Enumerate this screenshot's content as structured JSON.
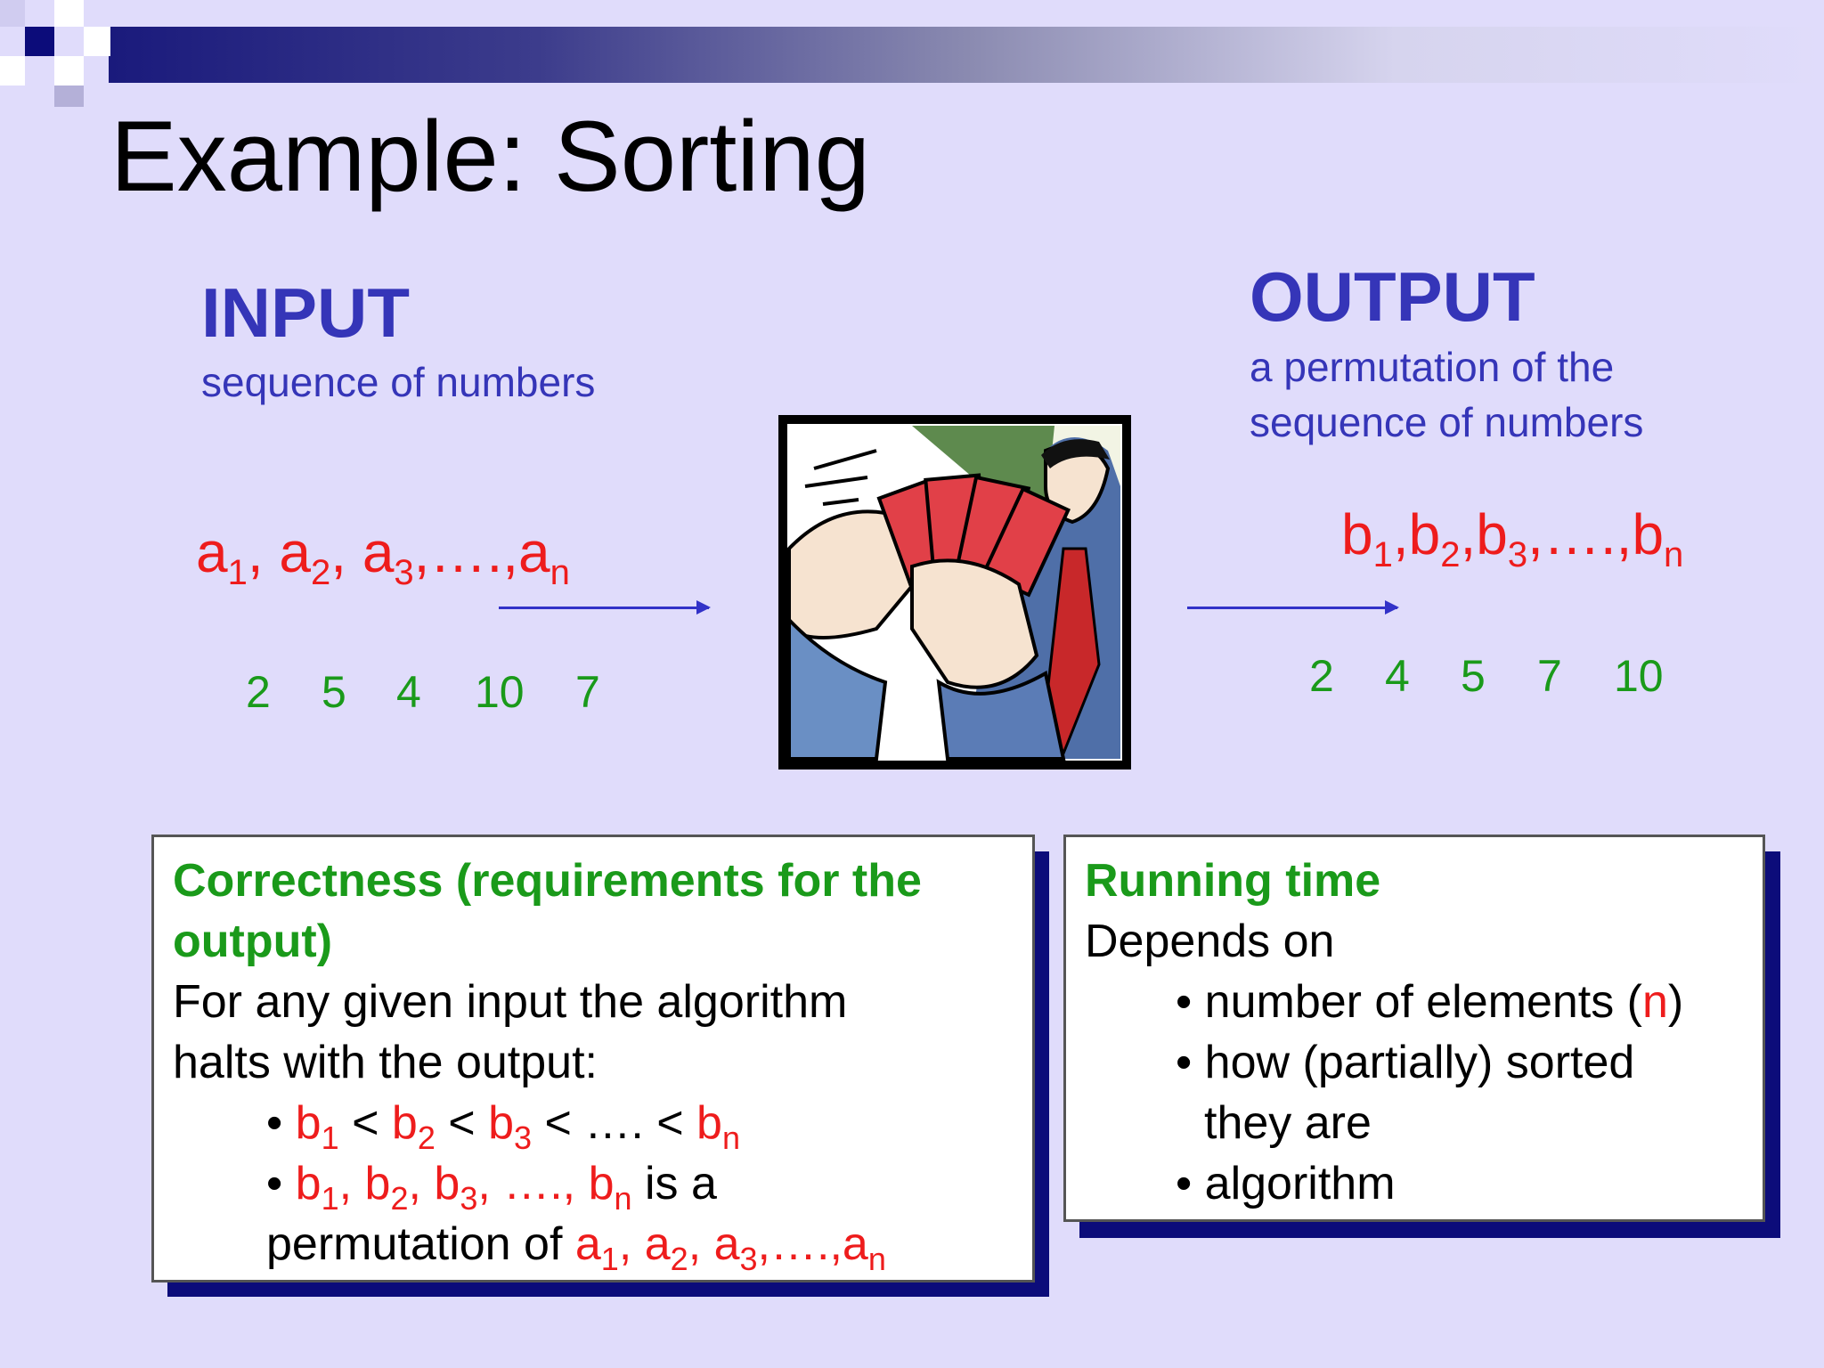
{
  "slide": {
    "title": "Example: Sorting",
    "colors": {
      "background": "#e0dcfb",
      "heading": "#3535b8",
      "variable": "#ee1c1c",
      "example": "#1a9a1a",
      "box_shadow": "#0c0c7a"
    },
    "illustration_icon": "card-player-clipart",
    "input": {
      "heading": "INPUT",
      "description": "sequence of numbers",
      "sequence": {
        "var": "a",
        "prefix": [
          {
            "sym": "a",
            "sub": "1",
            "sep": ", "
          },
          {
            "sym": "a",
            "sub": "2",
            "sep": ", "
          },
          {
            "sym": "a",
            "sub": "3",
            "sep": ",….,"
          },
          {
            "sym": "a",
            "sub": "n",
            "sep": ""
          }
        ]
      },
      "example": [
        "2",
        "5",
        "4",
        "10",
        "7"
      ]
    },
    "output": {
      "heading": "OUTPUT",
      "description_line1": "a permutation of the",
      "description_line2": "sequence of numbers",
      "sequence": [
        {
          "sym": "b",
          "sub": "1",
          "sep": ","
        },
        {
          "sym": "b",
          "sub": "2",
          "sep": ","
        },
        {
          "sym": "b",
          "sub": "3",
          "sep": ",….,"
        },
        {
          "sym": "b",
          "sub": "n",
          "sep": ""
        }
      ],
      "example": [
        "2",
        "4",
        "5",
        "7",
        "10"
      ]
    },
    "correctness": {
      "heading_line1": "Correctness (requirements for the",
      "heading_line2": "output)",
      "line1": "For any given input the algorithm",
      "line2": "halts with the output:",
      "bullet": "•",
      "cond1": {
        "b1": "b",
        "s1": "1",
        "lt1": " < ",
        "b2": "b",
        "s2": "2",
        "lt2": " < ",
        "b3": "b",
        "s3": "3",
        "lt3": " < …. <  ",
        "bn": "b",
        "sn": "n"
      },
      "cond2": {
        "b1": "b",
        "s1": "1",
        "c1": ", ",
        "b2": "b",
        "s2": "2",
        "c2": ", ",
        "b3": "b",
        "s3": "3",
        "c3": ", …., ",
        "bn": "b",
        "sn": "n",
        "tail": "  is a"
      },
      "cond2_line2_prefix": "permutation of ",
      "cond2_line2_seq": {
        "a1": "a",
        "s1": "1",
        "c1": ", ",
        "a2": "a",
        "s2": "2",
        "c2": ", ",
        "a3": "a",
        "s3": "3",
        "c3": ",….,",
        "an": "a",
        "sn": "n"
      }
    },
    "running_time": {
      "heading": "Running time",
      "line1": "Depends on",
      "bullet": "•",
      "item1_prefix": " number of elements (",
      "item1_var": "n",
      "item1_suffix": ")",
      "item2_line1": " how (partially) sorted",
      "item2_line2": "they are",
      "item3": " algorithm"
    }
  }
}
